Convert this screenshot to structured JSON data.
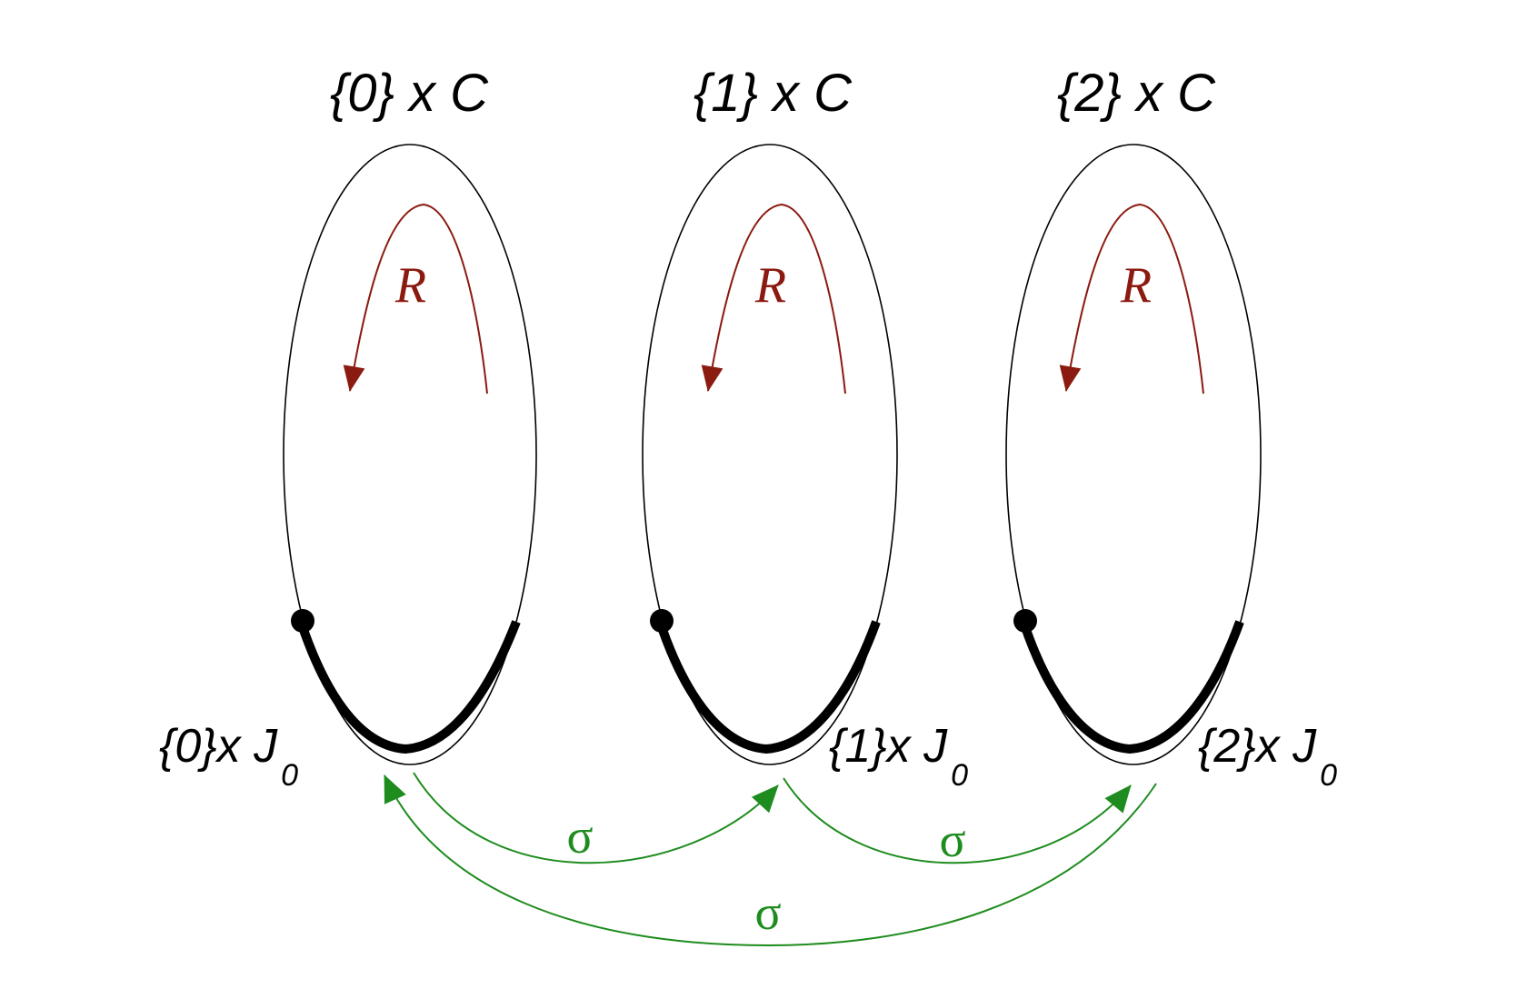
{
  "colors": {
    "ink": "#000000",
    "rotation": "#8b1a10",
    "shift": "#1e8c1e"
  },
  "circles": [
    {
      "top_label": "{0} x C",
      "rotation_label": "R",
      "interval_set": "{0}x J",
      "interval_sub": "0"
    },
    {
      "top_label": "{1} x C",
      "rotation_label": "R",
      "interval_set": "{1}x J",
      "interval_sub": "0"
    },
    {
      "top_label": "{2} x C",
      "rotation_label": "R",
      "interval_set": "{2}x J",
      "interval_sub": "0"
    }
  ],
  "shift_maps": [
    {
      "from": "{0}x J0",
      "to": "{1}x J0",
      "label": "σ"
    },
    {
      "from": "{1}x J0",
      "to": "{2}x J0",
      "label": "σ"
    },
    {
      "from": "{2}x J0",
      "to": "{0}x J0",
      "label": "σ"
    }
  ]
}
